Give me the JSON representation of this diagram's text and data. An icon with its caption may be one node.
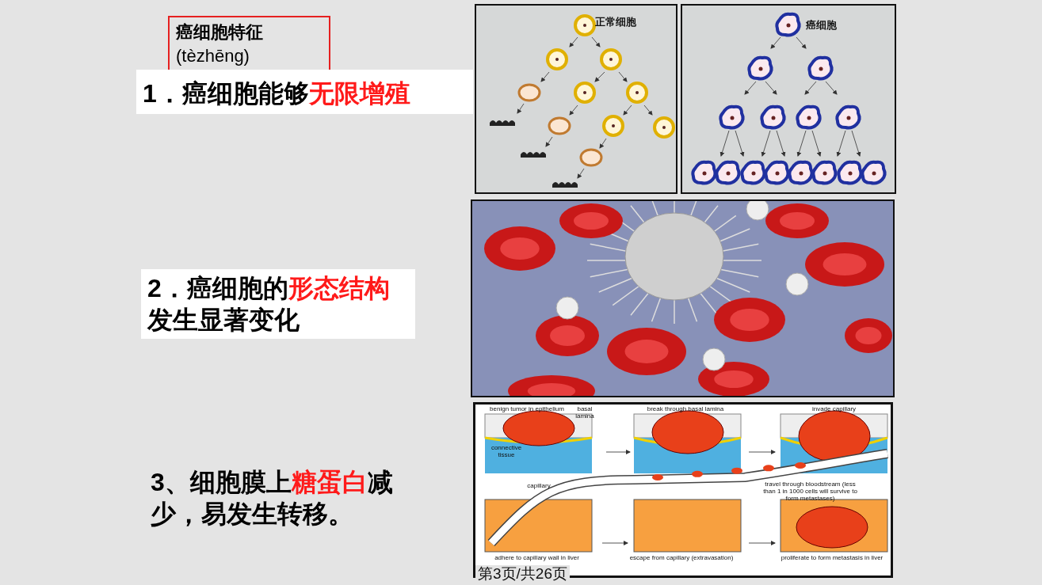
{
  "diagram": {
    "title": "**癌细胞特征** (tèzhēng)",
    "labels": [
      "1．癌细胞能够**无限增殖**",
      "正常细胞",
      "癌细胞",
      "2．癌细胞的**形态结构**发生显著变化",
      "3、细胞膜上**糖蛋白**减少，易发生转移。",
      "benign tumor in epithelium",
      "basal lamina",
      "connective tissue",
      "break through basal lamina",
      "invade capillary",
      "capillary",
      "travel through bloodstream (less than 1 in 1000 cells will survive to form metastases)",
      "adhere to capillary wall in liver",
      "escape from capillary (extravasation)",
      "proliferate to form metastasis in liver",
      "第3页/共26页"
    ]
  }
}
